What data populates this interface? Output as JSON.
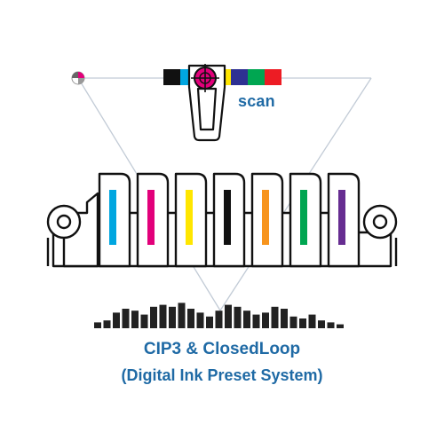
{
  "scan_label": "scan",
  "title_line1": "CIP3 & ClosedLoop",
  "title_line2": "(Digital Ink Preset System)",
  "colors": {
    "accent": "#1f6aa5",
    "outline": "#111111",
    "guide": "#c2cbd6"
  },
  "color_bar": [
    "#111111",
    "#00a6e0",
    "#e2007a",
    "#ffe600",
    "#2e3192",
    "#00a651",
    "#ed1c24"
  ],
  "ink_units": [
    "#00a6e0",
    "#e2007a",
    "#ffe600",
    "#111111",
    "#f7941d",
    "#00a651",
    "#662d91"
  ],
  "ink_profile": [
    3,
    4,
    8,
    10,
    9,
    7,
    11,
    12,
    11,
    13,
    10,
    8,
    6,
    9,
    12,
    11,
    9,
    7,
    8,
    11,
    10,
    6,
    5,
    7,
    4,
    3,
    2
  ]
}
